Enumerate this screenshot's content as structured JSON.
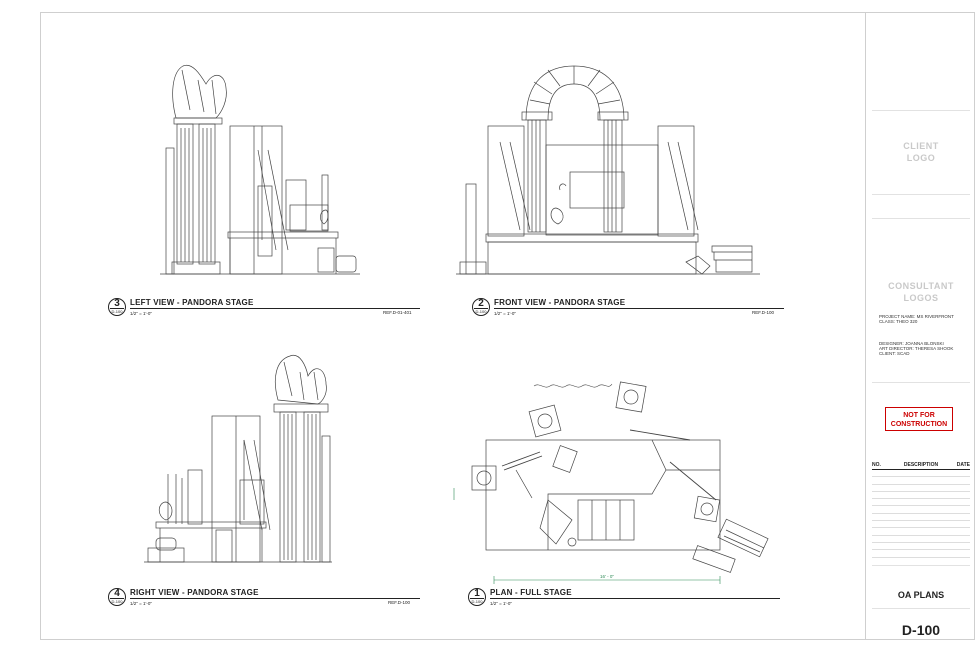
{
  "views": [
    {
      "number": "3",
      "sheet": "D-100",
      "title": "LEFT VIEW - PANDORA STAGE",
      "scale": "1/2\" = 1'-0\"",
      "ref": "REF.D-01-401"
    },
    {
      "number": "2",
      "sheet": "D-100",
      "title": "FRONT VIEW - PANDORA STAGE",
      "scale": "1/2\" = 1'-0\"",
      "ref": "REF.D-100"
    },
    {
      "number": "4",
      "sheet": "D-100",
      "title": "RIGHT VIEW - PANDORA STAGE",
      "scale": "1/2\" = 1'-0\"",
      "ref": "REF.D-100"
    },
    {
      "number": "1",
      "sheet": "D-100",
      "title": "PLAN - FULL STAGE",
      "scale": "1/2\" = 1'-0\"",
      "ref": ""
    }
  ],
  "plan_dimension": "16' - 0\"",
  "title_block": {
    "client_logo_l1": "CLIENT",
    "client_logo_l2": "LOGO",
    "consultant_l1": "CONSULTANT",
    "consultant_l2": "LOGOS",
    "project_name": "PROJECT NAME: MS RIVERFRONT",
    "class": "CLASS: THEO 320",
    "designer": "DESIGNER: JOANNA BLONSKI",
    "art_director": "ART DIRECTOR: THERESA SHOOK",
    "client": "CLIENT: SCAD",
    "stamp_l1": "NOT FOR",
    "stamp_l2": "CONSTRUCTION",
    "rev_no": "NO.",
    "rev_desc": "DESCRIPTION",
    "rev_date": "DATE",
    "sheet_name": "OA PLANS",
    "sheet_number": "D-100"
  },
  "colors": {
    "line": "#333333",
    "stamp": "#cc0000",
    "dimension": "#2e8b57"
  }
}
